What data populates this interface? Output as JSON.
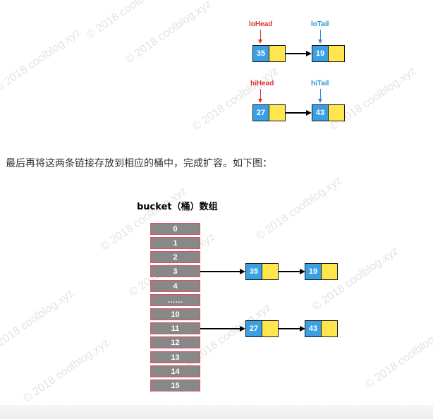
{
  "watermark": "© 2018 coolblog.xyz",
  "top_diagram": {
    "lo": {
      "head_label": "loHead",
      "tail_label": "loTail",
      "nodes": [
        "35",
        "19"
      ]
    },
    "hi": {
      "head_label": "hiHead",
      "tail_label": "hiTail",
      "nodes": [
        "27",
        "43"
      ]
    }
  },
  "caption": "最后再将这两条链接存放到相应的桶中，完成扩容。如下图：",
  "bucket_diagram": {
    "title": "bucket（桶）数组",
    "cells": [
      "0",
      "1",
      "2",
      "3",
      "4",
      "……",
      "10",
      "11",
      "12",
      "13",
      "14",
      "15"
    ],
    "chains": [
      {
        "bucket": "3",
        "nodes": [
          "35",
          "19"
        ]
      },
      {
        "bucket": "11",
        "nodes": [
          "27",
          "43"
        ]
      }
    ]
  },
  "colors": {
    "node": "#3a9fe3",
    "node_next": "#ffe64d",
    "bucket": "#888888",
    "bucket_border": "#e05060",
    "head": "#d9322e",
    "tail": "#2a8ed6"
  }
}
